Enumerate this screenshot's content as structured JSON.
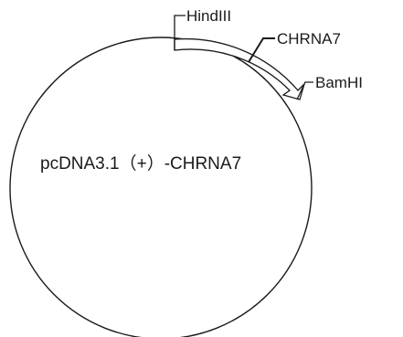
{
  "plasmid": {
    "name": "pcDNA3.1（+）-CHRNA7"
  },
  "insert": {
    "label": "CHRNA7"
  },
  "sites": {
    "site_start": "HindIII",
    "site_end": "BamHI"
  },
  "colors": {
    "line": "#1a1a1a",
    "background": "#ffffff",
    "insert_fill": "#ffffff"
  }
}
